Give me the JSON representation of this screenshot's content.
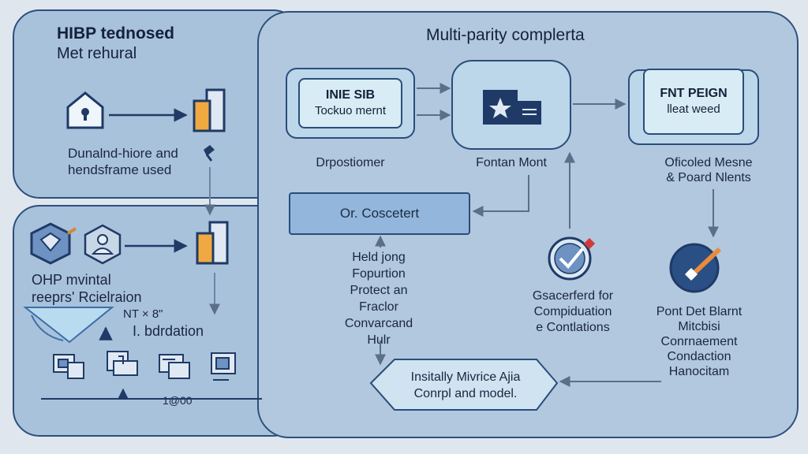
{
  "left_top": {
    "title_line1": "HIBP tednosed",
    "title_line2": "Met rehural",
    "caption_line1": "Dunalnd-hiore and",
    "caption_line2": "hendsframe used"
  },
  "left_bottom": {
    "caption_line1": "OHP mvintal",
    "caption_line2": "reeprs' Rcielraion",
    "formula": "NT × 8\"",
    "sub": "I. bdrdation",
    "axis_label": "1@00"
  },
  "main": {
    "title": "Multi-parity complerta",
    "box1_title": "INIE SIB",
    "box1_sub": "Tockuo mernt",
    "box1_caption": "Drpostiomer",
    "box2_caption": "Fontan Mont",
    "box3_title": "FNT PEIGN",
    "box3_sub": "lleat weed",
    "box3_caption_line1": "Oficoled Mesne",
    "box3_caption_line2": "& Poard Nlents",
    "concert_box": "Or. Coscetert",
    "middle_text": "Held jong\nFopurtion\nProtect an\nFraclor\nConvarcand\nHulr",
    "check_caption": "Gsacerferd for\nCompiduation\ne Contlations",
    "right_caption": "Pont Det Blarnt\nMitcbisi\nConrnaement\nCondaction\nHanocitam",
    "hex_box": "Insitally Mivrice Ajia\nConrpl and model."
  }
}
